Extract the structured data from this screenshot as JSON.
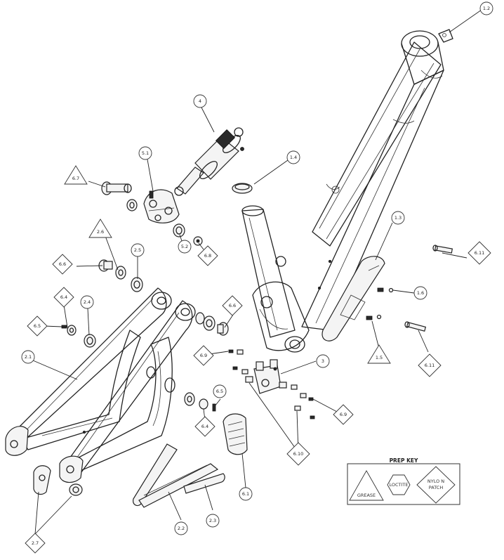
{
  "callouts": [
    {
      "id": "c-1-2",
      "label": "1.2",
      "shape": "circle"
    },
    {
      "id": "c-4",
      "label": "4",
      "shape": "circle"
    },
    {
      "id": "c-1-4",
      "label": "1.4",
      "shape": "circle"
    },
    {
      "id": "c-5-1",
      "label": "5.1",
      "shape": "circle"
    },
    {
      "id": "c-6-7",
      "label": "6.7",
      "shape": "triangle"
    },
    {
      "id": "c-2-6",
      "label": "2.6",
      "shape": "triangle"
    },
    {
      "id": "c-1-3",
      "label": "1.3",
      "shape": "circle"
    },
    {
      "id": "c-6-11a",
      "label": "6.11",
      "shape": "diamond"
    },
    {
      "id": "c-2-5",
      "label": "2.5",
      "shape": "circle"
    },
    {
      "id": "c-6-6a",
      "label": "6.6",
      "shape": "diamond"
    },
    {
      "id": "c-5-2",
      "label": "5.2",
      "shape": "circle"
    },
    {
      "id": "c-6-8",
      "label": "6.8",
      "shape": "diamond"
    },
    {
      "id": "c-6-4a",
      "label": "6.4",
      "shape": "diamond"
    },
    {
      "id": "c-2-4",
      "label": "2.4",
      "shape": "circle"
    },
    {
      "id": "c-6-5a",
      "label": "6.5",
      "shape": "diamond"
    },
    {
      "id": "c-1-6",
      "label": "1.6",
      "shape": "circle"
    },
    {
      "id": "c-6-6b",
      "label": "6.6",
      "shape": "diamond"
    },
    {
      "id": "c-1-5",
      "label": "1.5",
      "shape": "triangle"
    },
    {
      "id": "c-6-11b",
      "label": "6.11",
      "shape": "diamond"
    },
    {
      "id": "c-2-1",
      "label": "2.1",
      "shape": "circle"
    },
    {
      "id": "c-6-9a",
      "label": "6.9",
      "shape": "diamond"
    },
    {
      "id": "c-3",
      "label": "3",
      "shape": "circle"
    },
    {
      "id": "c-6-5b",
      "label": "6.5",
      "shape": "circle"
    },
    {
      "id": "c-6-9b",
      "label": "6.9",
      "shape": "diamond"
    },
    {
      "id": "c-6-4b",
      "label": "6.4",
      "shape": "diamond"
    },
    {
      "id": "c-6-10",
      "label": "6.10",
      "shape": "diamond"
    },
    {
      "id": "c-6-1",
      "label": "6.1",
      "shape": "circle"
    },
    {
      "id": "c-2-2",
      "label": "2.2",
      "shape": "circle"
    },
    {
      "id": "c-2-3",
      "label": "2.3",
      "shape": "circle"
    },
    {
      "id": "c-2-7",
      "label": "2.7",
      "shape": "diamond"
    }
  ],
  "prep_key": {
    "title": "PREP KEY",
    "grease": "GREASE",
    "loctite": "LOCTITE",
    "nylon_line1": "NYLO N",
    "nylon_line2": "PATCH"
  }
}
